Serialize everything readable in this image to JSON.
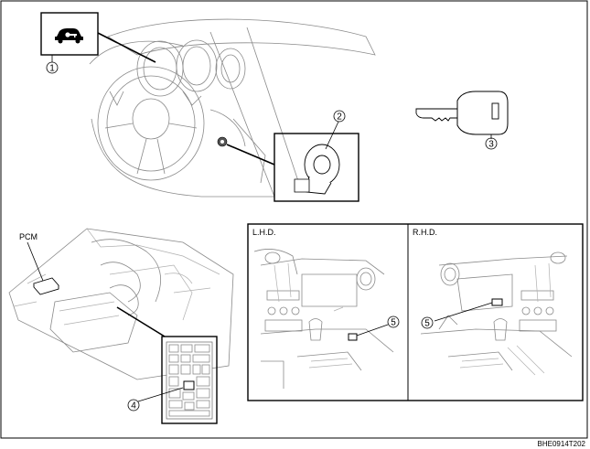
{
  "callouts": {
    "c1": "1",
    "c2": "2",
    "c3": "3",
    "c4": "4",
    "c5_lhd": "5",
    "c5_rhd": "5"
  },
  "labels": {
    "pcm": "PCM",
    "lhd": "L.H.D.",
    "rhd": "R.H.D."
  },
  "figure_code": "BHE0914T202",
  "icons": {
    "warning_light": "immobilizer-car-key-icon",
    "key": "ignition-key-icon"
  }
}
